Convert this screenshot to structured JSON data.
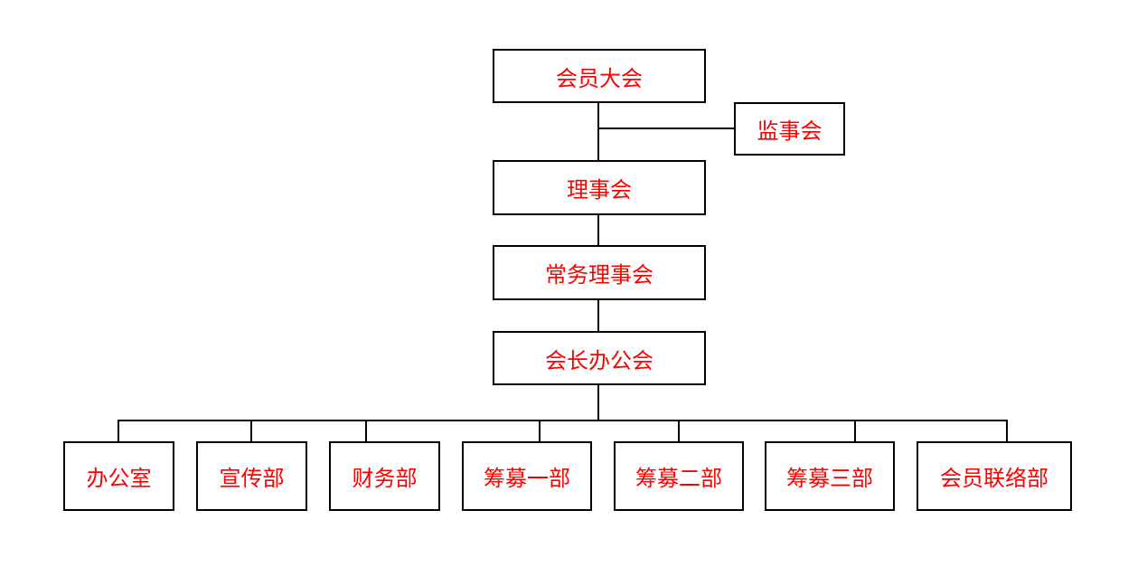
{
  "colors": {
    "text": "#ff0000",
    "border": "#000000",
    "background": "#ffffff"
  },
  "org": {
    "general_assembly": "会员大会",
    "supervisory_board": "监事会",
    "council": "理事会",
    "standing_council": "常务理事会",
    "president_office_meeting": "会长办公会",
    "departments": [
      "办公室",
      "宣传部",
      "财务部",
      "筹募一部",
      "筹募二部",
      "筹募三部",
      "会员联络部"
    ]
  }
}
